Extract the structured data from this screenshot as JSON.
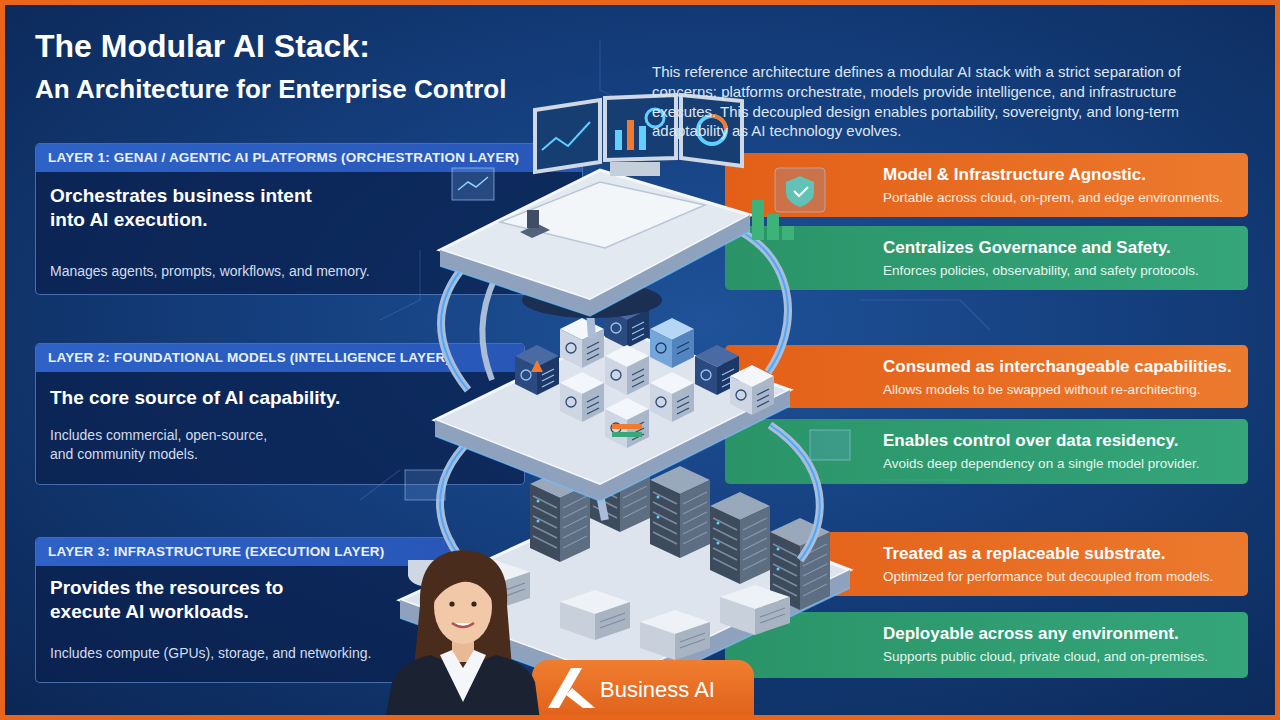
{
  "diagram": {
    "title": "The Modular AI Stack:",
    "nodes": [
      {
        "text": [
          "LAYER 1: GENAI / AGENTIC AI PLATFORMS (ORCHESTRATION LAYER)",
          "Orchestrates business intent into AI execution.",
          "Manages agents, prompts, workflows, and memory."
        ]
      },
      {
        "text": [
          "LAYER 2: FOUNDATIONAL MODELS (INTELLIGENCE LAYER)",
          "The core source of AI capability.",
          "Includes commercial, open-source, and community models."
        ]
      },
      {
        "text": [
          "LAYER 3: INFRASTRUCTURE (EXECUTION LAYER)",
          "Provides the resources to execute AI workloads.",
          "Includes compute (GPUs), storage, and networking."
        ]
      },
      {
        "text": [
          "Model & Infrastructure Agnostic.",
          "Portable across cloud, on-prem, and edge environments."
        ]
      },
      {
        "text": [
          "Centralizes Governance and Safety.",
          "Enforces policies, observability, and safety protocols."
        ]
      },
      {
        "text": [
          "Consumed as interchangeable capabilities.",
          "Allows models to be swapped without re-architecting."
        ]
      },
      {
        "text": [
          "Enables control over data residency.",
          "Avoids deep dependency on a single model provider."
        ]
      },
      {
        "text": [
          "Treated as a replaceable substrate.",
          "Optimized for performance but decoupled from models."
        ]
      },
      {
        "text": [
          "Deployable across any environment.",
          "Supports public cloud, private cloud, and on-premises."
        ]
      },
      {
        "text": [
          "Business AI"
        ]
      }
    ],
    "labels": [
      "An Architecture for Enterprise Control",
      "This reference architecture defines a modular AI stack with a strict separation of concerns: platforms orchestrate, models provide intelligence, and infrastructure executes. This decoupled design enables portability, sovereignty, and long-term adaptability as AI technology evolves."
    ]
  }
}
